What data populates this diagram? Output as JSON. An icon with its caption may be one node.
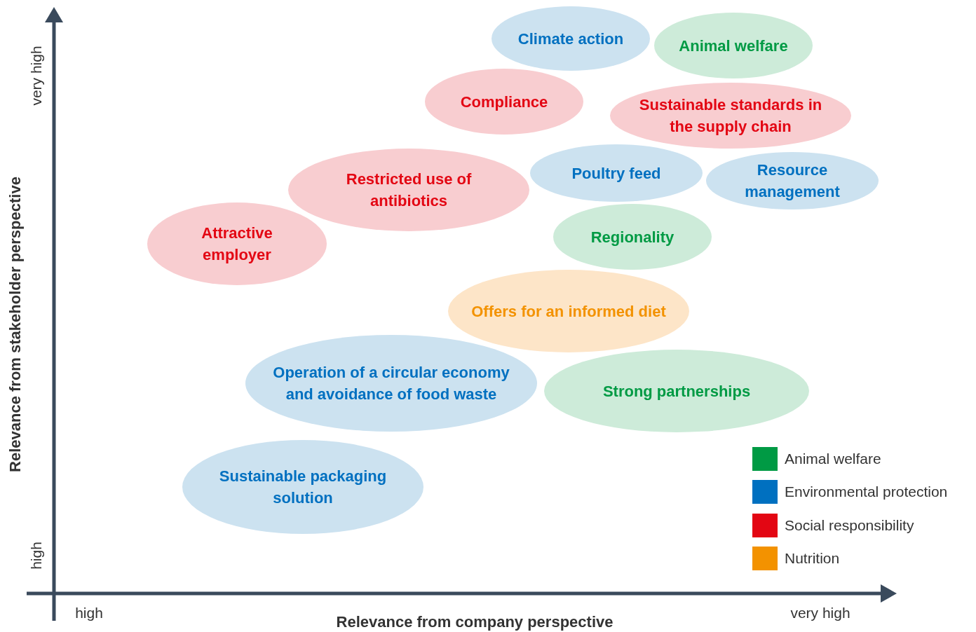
{
  "diagram": {
    "nodes": [
      {
        "text": [
          "Climate action"
        ]
      },
      {
        "text": [
          "Animal welfare"
        ]
      },
      {
        "text": [
          "Compliance"
        ]
      },
      {
        "text": [
          "Sustainable standards in the supply chain"
        ]
      },
      {
        "text": [
          "Restricted use of antibiotics"
        ]
      },
      {
        "text": [
          "Poultry feed"
        ]
      },
      {
        "text": [
          "Resource management"
        ]
      },
      {
        "text": [
          "Attractive employer"
        ]
      },
      {
        "text": [
          "Regionality"
        ]
      },
      {
        "text": [
          "Offers for an informed diet"
        ]
      },
      {
        "text": [
          "Operation of a circular economy and avoidance of food waste"
        ]
      },
      {
        "text": [
          "Strong partnerships"
        ]
      },
      {
        "text": [
          "Sustainable packaging solution"
        ]
      }
    ],
    "labels": [
      "very high",
      "Relevance from stakeholder perspective",
      "high",
      "high",
      "Relevance from company perspective",
      "very high"
    ],
    "legend": [
      {
        "text": "Animal welfare",
        "color": "#009a44"
      },
      {
        "text": "Environmental protection",
        "color": "#0070c0"
      },
      {
        "text": "Social responsibility",
        "color": "#e30613"
      },
      {
        "text": "Nutrition",
        "color": "#f39200"
      }
    ]
  }
}
